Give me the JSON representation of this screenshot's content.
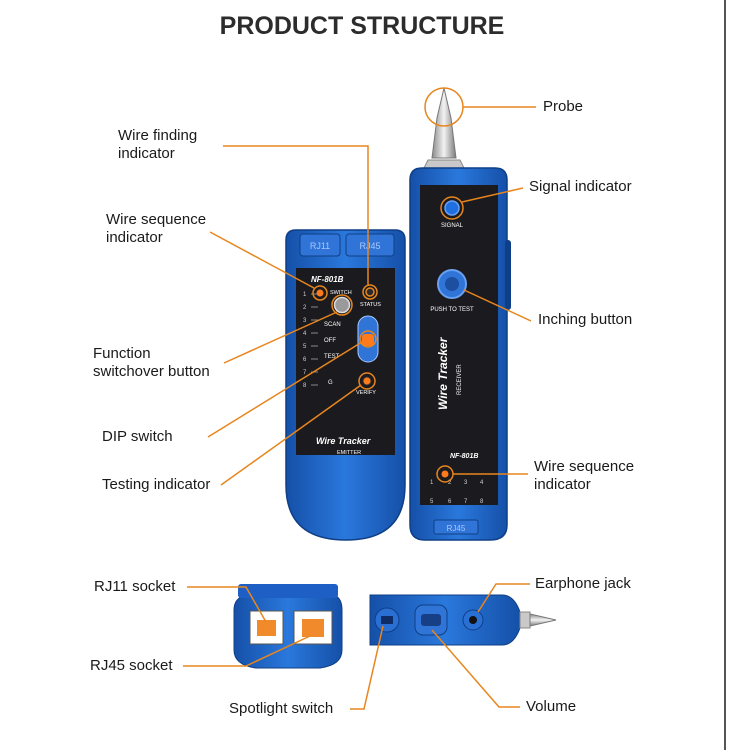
{
  "title": "PRODUCT STRUCTURE",
  "colors": {
    "leader": "#e8861e",
    "device_blue": "#1e63c6",
    "device_dark": "#1b1b1f",
    "label_text": "#1a1a1a"
  },
  "emitter": {
    "model": "NF-801B",
    "brand": "Wire Tracker",
    "role": "EMITTER",
    "port_rj11": "RJ11",
    "port_rj45": "RJ45",
    "switch_label": "SWITCH",
    "status_label": "STATUS",
    "scan_label": "SCAN",
    "off_label": "OFF",
    "test_label": "TEST",
    "verify_label": "VERIFY",
    "g_label": "G",
    "pin_numbers": [
      "1",
      "2",
      "3",
      "4",
      "5",
      "6",
      "7",
      "8"
    ]
  },
  "receiver": {
    "model": "NF-801B",
    "brand": "Wire Tracker",
    "role": "RECEIVER",
    "signal_label": "SIGNAL",
    "push_label": "PUSH TO TEST",
    "port_label": "RJ45",
    "pin_numbers_top": [
      "1",
      "2",
      "3",
      "4"
    ],
    "pin_numbers_bottom": [
      "5",
      "6",
      "7",
      "8"
    ]
  },
  "labels": {
    "probe": "Probe",
    "wire_finding": [
      "Wire finding",
      "indicator"
    ],
    "signal_indicator": "Signal indicator",
    "wire_sequence_left": [
      "Wire sequence",
      "indicator"
    ],
    "inching_button": "Inching button",
    "function_switch": [
      "Function",
      "switchover button"
    ],
    "dip_switch": "DIP switch",
    "wire_sequence_right": [
      "Wire sequence",
      "indicator"
    ],
    "testing_indicator": "Testing indicator",
    "rj11_socket": "RJ11 socket",
    "earphone_jack": "Earphone jack",
    "rj45_socket": "RJ45 socket",
    "spotlight_switch": "Spotlight switch",
    "volume": "Volume"
  }
}
